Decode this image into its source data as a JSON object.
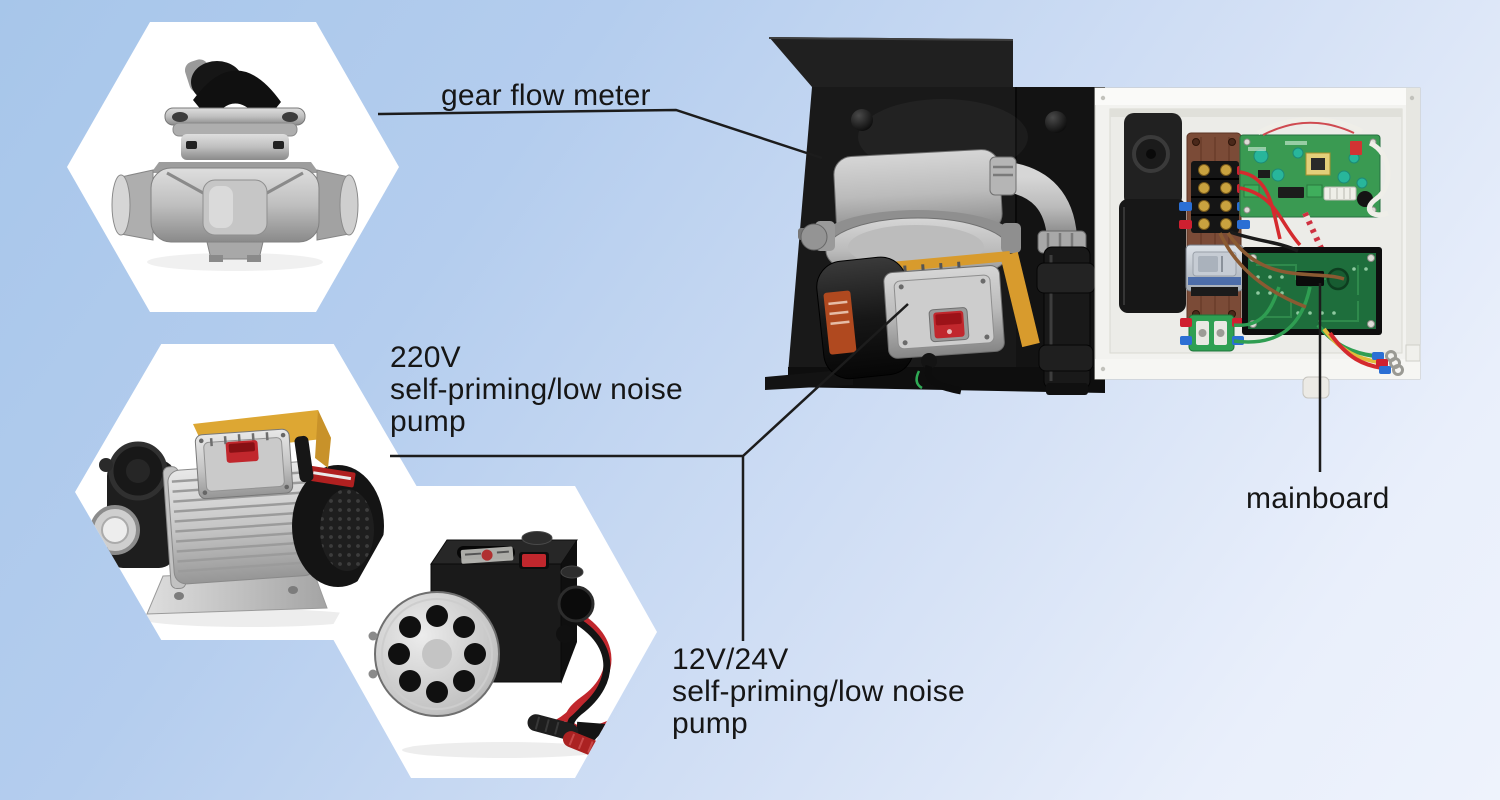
{
  "background": {
    "gradient_start": "#a7c6ea",
    "gradient_end": "#eef3fc"
  },
  "callout_style": {
    "line_color": "#1c1c1c",
    "text_color": "#161616"
  },
  "callouts": {
    "gear_flow_meter": {
      "label": "gear flow meter"
    },
    "pump_220v": {
      "lines": [
        "220V",
        "self-priming/low noise",
        "pump"
      ]
    },
    "pump_12v_24v": {
      "lines": [
        "12V/24V",
        "self-priming/low noise",
        "pump"
      ]
    },
    "mainboard": {
      "label": "mainboard"
    }
  }
}
